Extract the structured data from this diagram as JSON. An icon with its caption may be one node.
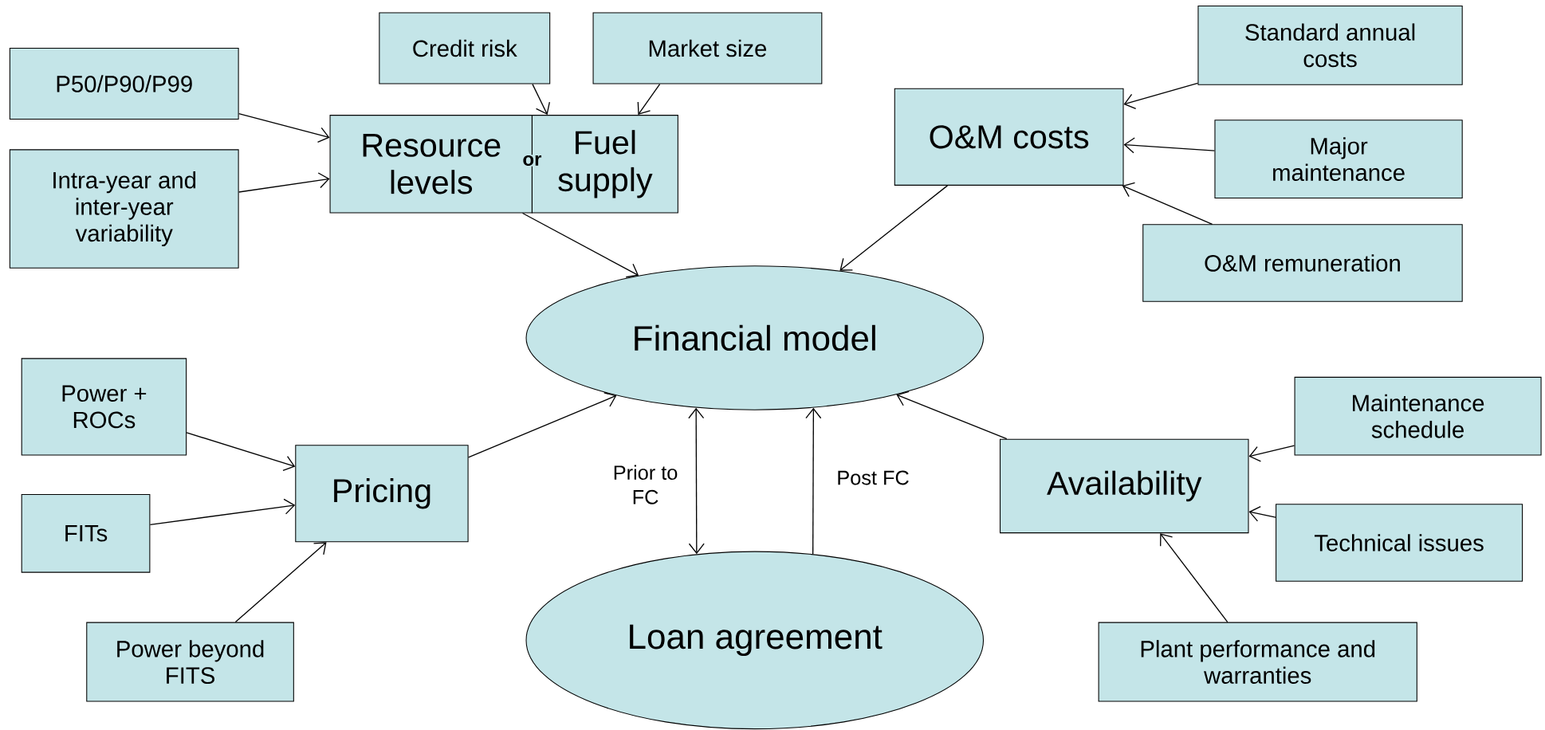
{
  "diagram": {
    "nodes": [
      {
        "text": [
          "P50/P90/P99"
        ]
      },
      {
        "text": [
          "Intra-year and inter-year variability"
        ]
      },
      {
        "text": [
          "Credit risk"
        ]
      },
      {
        "text": [
          "Market size"
        ]
      },
      {
        "text": [
          "Resource levels"
        ]
      },
      {
        "text": [
          "Fuel supply"
        ]
      },
      {
        "text": [
          "Standard annual costs"
        ]
      },
      {
        "text": [
          "O&M costs"
        ]
      },
      {
        "text": [
          "Major maintenance"
        ]
      },
      {
        "text": [
          "O&M remuneration"
        ]
      },
      {
        "text": [
          "Financial model"
        ]
      },
      {
        "text": [
          "Power + ROCs"
        ]
      },
      {
        "text": [
          "Pricing"
        ]
      },
      {
        "text": [
          "FITs"
        ]
      },
      {
        "text": [
          "Power beyond FITS"
        ]
      },
      {
        "text": [
          "Availability"
        ]
      },
      {
        "text": [
          "Maintenance schedule"
        ]
      },
      {
        "text": [
          "Technical issues"
        ]
      },
      {
        "text": [
          "Plant performance and warranties"
        ]
      },
      {
        "text": [
          "Loan agreement"
        ]
      }
    ],
    "edges": [
      {
        "from": 0,
        "to": 4,
        "arrow": "to"
      },
      {
        "from": 1,
        "to": 4,
        "arrow": "to"
      },
      {
        "from": 2,
        "to": 5,
        "arrow": "to"
      },
      {
        "from": 3,
        "to": 5,
        "arrow": "to"
      },
      {
        "from": 4,
        "to": 10,
        "arrow": "to"
      },
      {
        "from": 6,
        "to": 7,
        "arrow": "to"
      },
      {
        "from": 8,
        "to": 7,
        "arrow": "to"
      },
      {
        "from": 9,
        "to": 7,
        "arrow": "to"
      },
      {
        "from": 7,
        "to": 10,
        "arrow": "to"
      },
      {
        "from": 11,
        "to": 12,
        "arrow": "to"
      },
      {
        "from": 13,
        "to": 12,
        "arrow": "to"
      },
      {
        "from": 14,
        "to": 12,
        "arrow": "to"
      },
      {
        "from": 12,
        "to": 10,
        "arrow": "to"
      },
      {
        "from": 16,
        "to": 15,
        "arrow": "to"
      },
      {
        "from": 17,
        "to": 15,
        "arrow": "to"
      },
      {
        "from": 18,
        "to": 15,
        "arrow": "to"
      },
      {
        "from": 15,
        "to": 10,
        "arrow": "to"
      },
      {
        "from": 10,
        "to": 19,
        "arrow": "both",
        "label": "Prior to FC"
      },
      {
        "from": 19,
        "to": 10,
        "arrow": "to",
        "label": "Post FC"
      }
    ],
    "labels": [
      "or"
    ]
  }
}
